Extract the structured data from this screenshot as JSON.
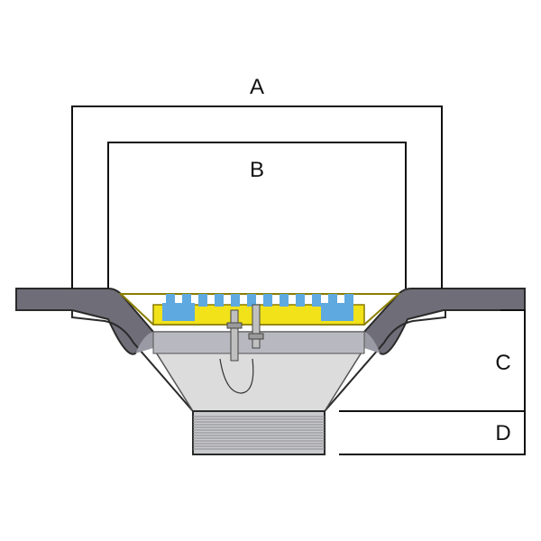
{
  "labels": {
    "a": "A",
    "b": "B",
    "c": "C",
    "d": "D"
  },
  "colors": {
    "slab": "#6f6e78",
    "slab_edge": "#2a2a2a",
    "funnel_light": "#dcdcdc",
    "funnel_shade": "#b8b8c0",
    "grate": "#f1e21a",
    "grate_edge": "#8a7d00",
    "grate_bars": "#5ea9e0",
    "pipe": "#c9cacd",
    "line": "#111111"
  },
  "icons": {
    "drain": "floor-drain-cross-section"
  }
}
